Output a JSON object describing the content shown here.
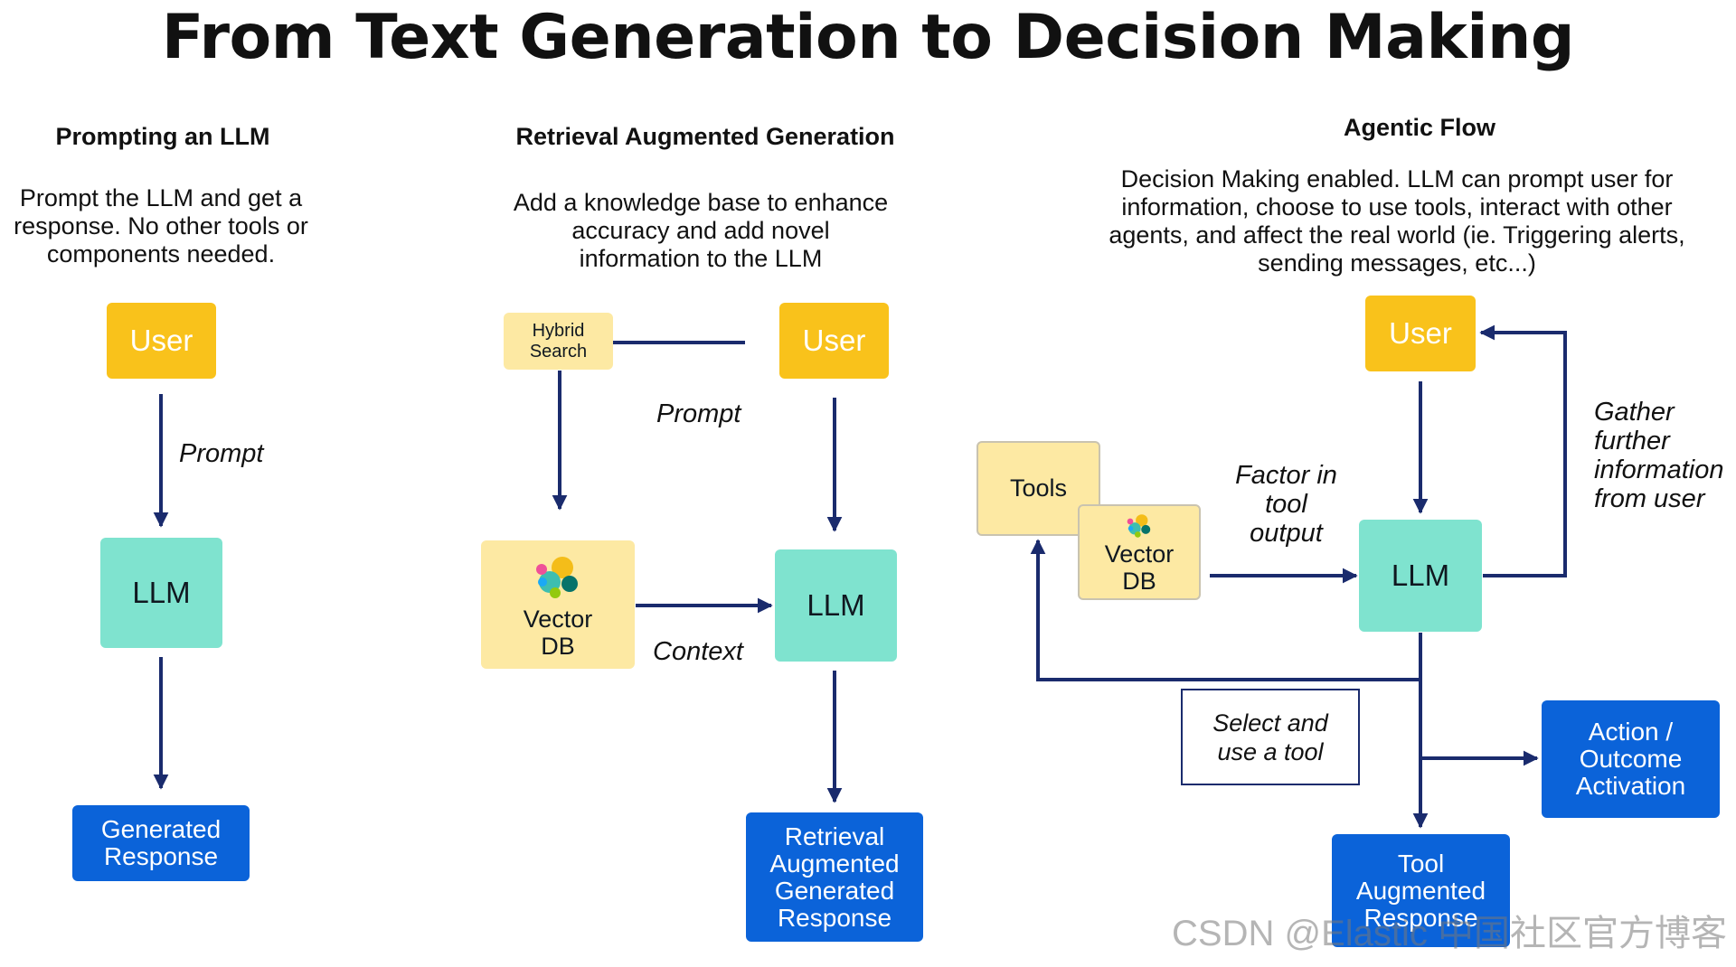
{
  "title": "From Text Generation to Decision Making",
  "columns": {
    "prompting": {
      "heading": "Prompting an LLM",
      "desc": [
        "Prompt the LLM and get a",
        "response. No other tools or",
        "components needed."
      ],
      "user": "User",
      "prompt_label": "Prompt",
      "llm": "LLM",
      "output": [
        "Generated",
        "Response"
      ]
    },
    "rag": {
      "heading": "Retrieval Augmented Generation",
      "desc": [
        "Add a knowledge base to enhance",
        "accuracy and add novel",
        "information to the LLM"
      ],
      "hybrid": [
        "Hybrid",
        "Search"
      ],
      "user": "User",
      "prompt_label": "Prompt",
      "vector_db": [
        "Vector",
        "DB"
      ],
      "context_label": "Context",
      "llm": "LLM",
      "output": [
        "Retrieval",
        "Augmented",
        "Generated",
        "Response"
      ]
    },
    "agentic": {
      "heading": "Agentic Flow",
      "desc": [
        "Decision Making enabled. LLM can prompt user for",
        "information, choose to use tools, interact with other",
        "agents, and affect the real world (ie. Triggering alerts,",
        "sending messages, etc...)"
      ],
      "user": "User",
      "tools": "Tools",
      "vector_db": [
        "Vector",
        "DB"
      ],
      "factor_label": [
        "Factor in",
        "tool",
        "output"
      ],
      "llm": "LLM",
      "gather_label": [
        "Gather",
        "further",
        "information",
        "from user"
      ],
      "select_label": [
        "Select and",
        "use a tool"
      ],
      "action": [
        "Action /",
        "Outcome",
        "Activation"
      ],
      "tool_response": [
        "Tool",
        "Augmented",
        "Response"
      ]
    }
  },
  "watermark": "CSDN @Elastic 中国社区官方博客",
  "colors": {
    "user": "#f9c21b",
    "llm": "#7fe3cf",
    "output": "#0b63d9",
    "db": "#fde9a3",
    "arrow": "#1a2b6d"
  },
  "icons": [
    "elastic-logo-icon"
  ]
}
